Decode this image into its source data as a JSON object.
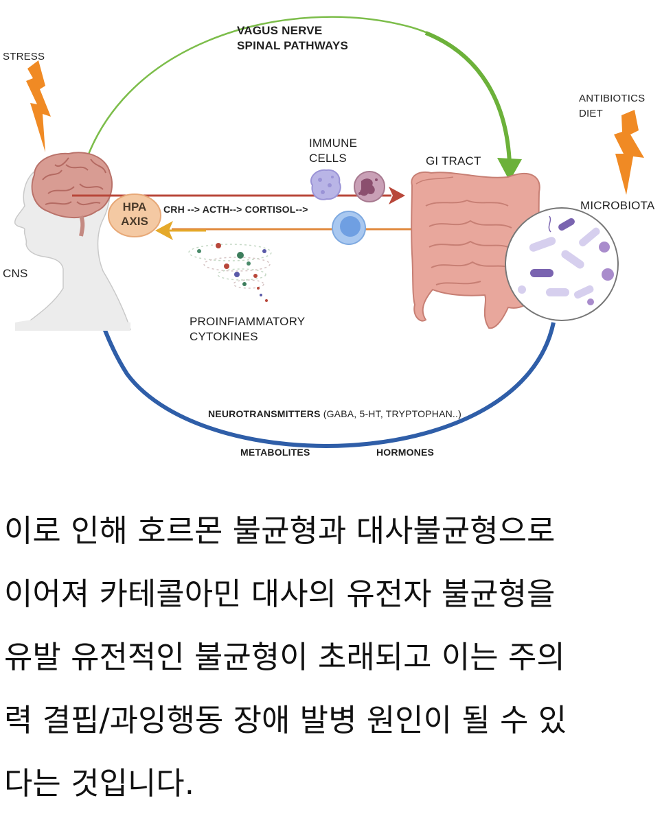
{
  "diagram": {
    "labels": {
      "stress": "STRESS",
      "vagus_line1": "VAGUS NERVE",
      "vagus_line2": "SPINAL PATHWAYS",
      "antibiotics_line1": "ANTIBIOTICS",
      "antibiotics_line2": "DIET",
      "immune_line1": "IMMUNE",
      "immune_line2": "CELLS",
      "gi_tract": "GI TRACT",
      "microbiota": "MICROBIOTA",
      "hpa_line1": "HPA",
      "hpa_line2": "AXIS",
      "crh": "CRH --> ACTH--> CORTISOL-->",
      "cns": "CNS",
      "cytokines_line1": "PROINFIAMMATORY",
      "cytokines_line2": "CYTOKINES",
      "neurotransmitters": "NEUROTRANSMITTERS",
      "neurotransmitters_detail": " (GABA, 5-HT, TRYPTOPHAN..)",
      "metabolites": "METABOLITES",
      "hormones": "HORMONES"
    },
    "colors": {
      "vagus_arrow": "#6cb13a",
      "blue_arrow": "#2f5ea8",
      "red_arrow": "#b8473a",
      "yellow_arrow": "#e5a92a",
      "orange_line": "#e0883c",
      "lightning": "#f08a24",
      "hpa_fill": "#f4c9a3"
    }
  },
  "paragraph": {
    "line1": "이로 인해 호르몬 불균형과 대사불균형으로",
    "line2": "이어져 카테콜아민 대사의 유전자 불균형을",
    "line3": "유발 유전적인 불균형이 초래되고 이는 주의",
    "line4": "력 결핍/과잉행동 장애 발병 원인이 될 수 있",
    "line5": "다는 것입니다."
  }
}
